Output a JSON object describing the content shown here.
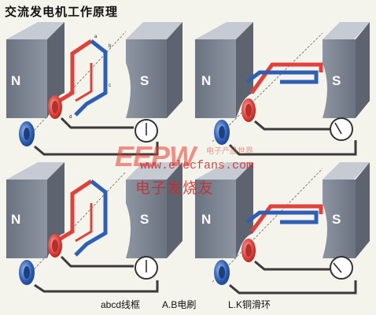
{
  "title": "交流发电机工作原理",
  "poles": {
    "north": "N",
    "south": "S"
  },
  "wire_letters": {
    "a": "a",
    "b": "b",
    "c": "c",
    "d": "d"
  },
  "legend": {
    "coil": "abcd线框",
    "brush": "A.B电刷",
    "rings": "L.K铜滑环"
  },
  "watermark": {
    "logo": "EEPW",
    "tagline": "电子产品世界",
    "url": "www.elecfans.com",
    "cn_name": "电子发烧友"
  },
  "colors": {
    "background": "#f4f3ec",
    "magnet_face": "#7e8694",
    "magnet_top": "#c6cbd3",
    "magnet_side": "#5d6470",
    "red_wire": "#e0413b",
    "blue_wire": "#2f5fb4",
    "brush": "#3a3a3a",
    "meter_face": "#ffffff"
  }
}
